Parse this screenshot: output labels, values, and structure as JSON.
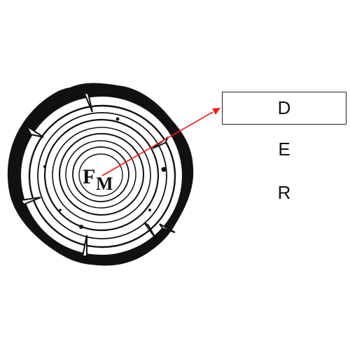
{
  "logo": {
    "text_f": "F",
    "text_m": "M",
    "ring_color": "#111111"
  },
  "options": [
    {
      "label": "D",
      "selected": true
    },
    {
      "label": "E",
      "selected": false
    },
    {
      "label": "R",
      "selected": false
    }
  ],
  "pointer": {
    "color": "#e8201c",
    "from": "logo",
    "to": "options.0"
  }
}
